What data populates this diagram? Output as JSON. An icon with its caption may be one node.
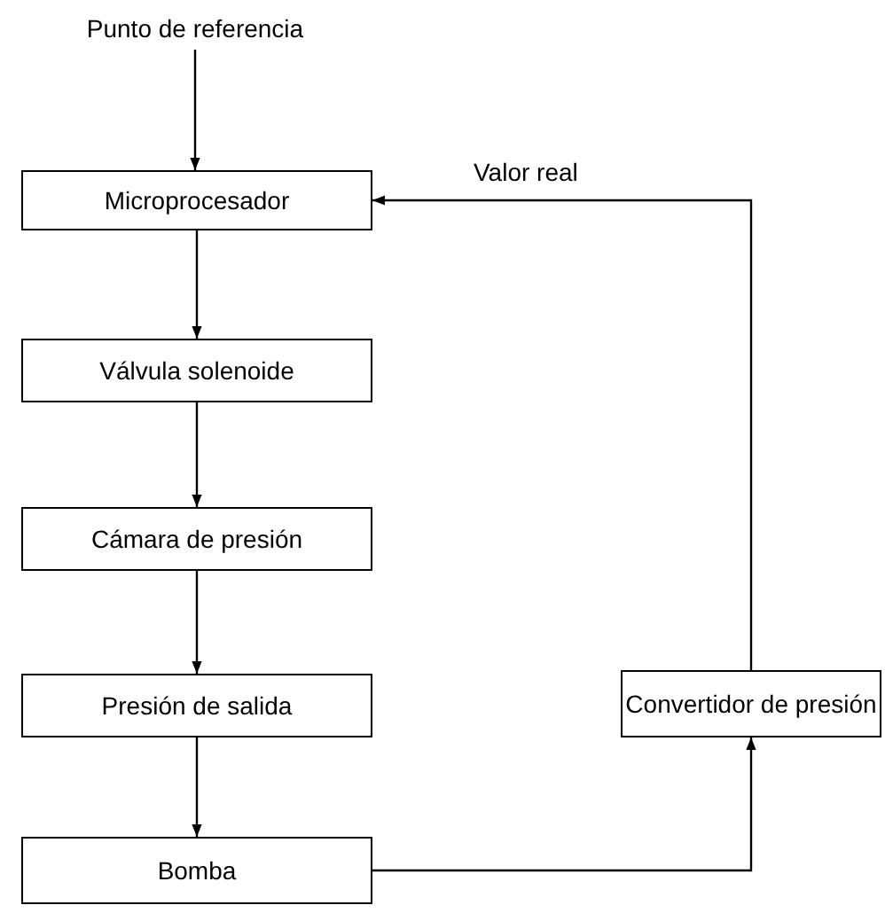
{
  "diagram": {
    "nodes": [
      {
        "text": [
          "Punto de referencia"
        ]
      },
      {
        "text": [
          "Microprocesador"
        ]
      },
      {
        "text": [
          "Válvula solenoide"
        ]
      },
      {
        "text": [
          "Cámara de presión"
        ]
      },
      {
        "text": [
          "Presión de salida"
        ]
      },
      {
        "text": [
          "Bomba"
        ]
      },
      {
        "text": [
          "Convertidor de presión"
        ]
      }
    ],
    "edges": [
      {
        "from": 0,
        "to": 1,
        "arrow": "to"
      },
      {
        "from": 1,
        "to": 2,
        "arrow": "to"
      },
      {
        "from": 2,
        "to": 3,
        "arrow": "to"
      },
      {
        "from": 3,
        "to": 4,
        "arrow": "to"
      },
      {
        "from": 4,
        "to": 5,
        "arrow": "to"
      },
      {
        "from": 5,
        "to": 6,
        "arrow": "to"
      },
      {
        "from": 6,
        "to": 1,
        "arrow": "to",
        "label": "Valor real"
      }
    ]
  }
}
